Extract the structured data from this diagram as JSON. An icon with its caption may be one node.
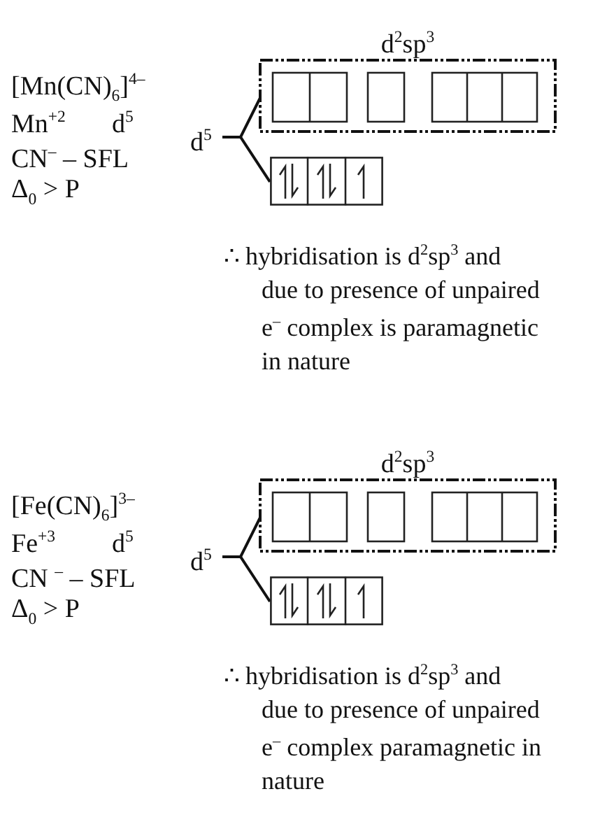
{
  "diagram": {
    "nodes": [
      {
        "text": [
          "d$^{2}$sp$^{3}$"
        ]
      },
      {
        "text": [
          "d$^{5}$"
        ]
      },
      {
        "text": [],
        "shape": "box"
      },
      {
        "text": [
          "d$^{2}$sp$^{3}$"
        ]
      },
      {
        "text": [
          "d$^{5}$"
        ]
      },
      {
        "text": [],
        "shape": "box"
      }
    ],
    "edges": [
      {
        "from": 1,
        "to": 0,
        "arrow": "none"
      },
      {
        "from": 1,
        "to": 2,
        "arrow": "none"
      },
      {
        "from": 4,
        "to": 3,
        "arrow": "none"
      },
      {
        "from": 4,
        "to": 5,
        "arrow": "none"
      }
    ],
    "labels": [
      "[Mn(CN)$_{6}$]$^{4–}$",
      "Mn$^{+2}$",
      "d$^{5}$",
      "CN$^{–}$ – SFL",
      "Δ$_{0}$ > P",
      "∴ hybridisation is d$^{2}$sp$^{3}$ and due to presence of unpaired e$^{–}$ complex is paramagnetic in nature",
      "[Fe(CN)$_{6}$]$^{3–}$",
      "Fe$^{+3}$",
      "d$^{5}$",
      "CN $^{–}$ – SFL",
      "Δ$_{0}$ > P",
      "∴ hybridisation is d$^{2}$sp$^{3}$ and due to presence of unpaired e$^{–}$ complex paramagnetic in nature"
    ]
  }
}
